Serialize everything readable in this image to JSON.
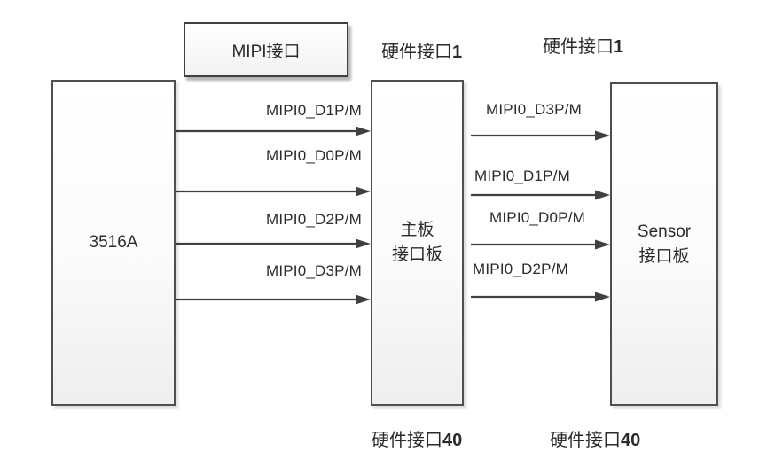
{
  "mipi_label_box": "MIPI接口",
  "hw_labels": {
    "top_left": {
      "text": "硬件接口",
      "num": "1"
    },
    "top_right": {
      "text": "硬件接口",
      "num": "1"
    },
    "bottom_left": {
      "text": "硬件接口",
      "num": "40"
    },
    "bottom_right": {
      "text": "硬件接口",
      "num": "40"
    }
  },
  "nodes": {
    "soc": {
      "label": "3516A"
    },
    "mainboard": {
      "line1": "主板",
      "line2": "接口板"
    },
    "sensor": {
      "line1": "Sensor",
      "line2": "接口板"
    }
  },
  "left_arrows": [
    {
      "label": "MIPI0_D1P/M"
    },
    {
      "label": "MIPI0_D0P/M"
    },
    {
      "label": "MIPI0_D2P/M"
    },
    {
      "label": "MIPI0_D3P/M"
    }
  ],
  "right_arrows": [
    {
      "label": "MIPI0_D3P/M"
    },
    {
      "label": "MIPI0_D1P/M"
    },
    {
      "label": "MIPI0_D0P/M"
    },
    {
      "label": "MIPI0_D2P/M"
    }
  ],
  "colors": {
    "arrow": "#404040",
    "box_border": "#4f4f4f",
    "text": "#2b2b2b",
    "background": "#ffffff"
  }
}
